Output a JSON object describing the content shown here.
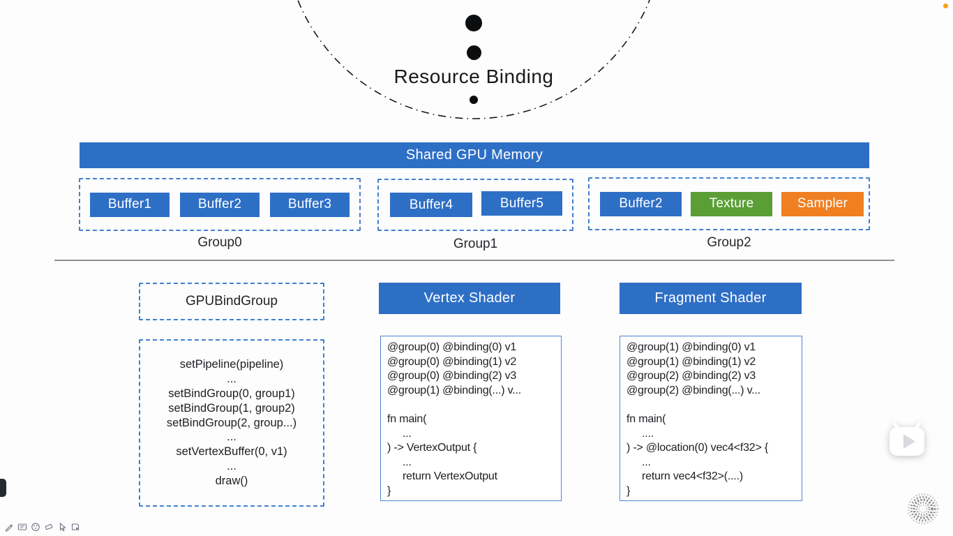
{
  "scene": {
    "title": "Resource Binding",
    "banner": "Shared GPU Memory"
  },
  "groups": [
    {
      "label": "Group0",
      "items": [
        {
          "label": "Buffer1",
          "color": "blue"
        },
        {
          "label": "Buffer2",
          "color": "blue"
        },
        {
          "label": "Buffer3",
          "color": "blue"
        }
      ]
    },
    {
      "label": "Group1",
      "items": [
        {
          "label": "Buffer4",
          "color": "blue"
        },
        {
          "label": "Buffer5",
          "color": "blue"
        }
      ]
    },
    {
      "label": "Group2",
      "items": [
        {
          "label": "Buffer2",
          "color": "blue"
        },
        {
          "label": "Texture",
          "color": "green"
        },
        {
          "label": "Sampler",
          "color": "orange"
        }
      ]
    }
  ],
  "bind_group": {
    "title": "GPUBindGroup",
    "commands": [
      "setPipeline(pipeline)",
      "...",
      "setBindGroup(0, group1)",
      "setBindGroup(1, group2)",
      "setBindGroup(2, group...)",
      "...",
      "setVertexBuffer(0, v1)",
      "...",
      "draw()"
    ]
  },
  "vertex_shader": {
    "title": "Vertex Shader",
    "code": [
      "@group(0) @binding(0) v1",
      "@group(0) @binding(1) v2",
      "@group(0) @binding(2) v3",
      "@group(1) @binding(...) v...",
      "",
      "fn main(",
      "...",
      ") -> VertexOutput {",
      "...",
      "return VertexOutput",
      "}"
    ]
  },
  "fragment_shader": {
    "title": "Fragment Shader",
    "code": [
      "@group(1) @binding(0) v1",
      "@group(1) @binding(1) v2",
      "@group(2) @binding(2) v3",
      "@group(2) @binding(...) v...",
      "",
      "fn main(",
      "....",
      ") -> @location(0) vec4<f32> {",
      "...",
      "return vec4<f32>(....)",
      "}"
    ]
  },
  "toolbar": {
    "icons": [
      "pencil",
      "board",
      "palette",
      "eraser",
      "cursor",
      "note"
    ]
  },
  "player": {
    "play_button": "tv-play",
    "watermark": "halftone-ring",
    "record_dot_color": "#f5a11d"
  },
  "cursor_glyph": "+",
  "colors": {
    "blue": "#2e6fc6",
    "green": "#5a9e35",
    "orange": "#f07f22",
    "dashblue": "#4080d0",
    "ink": "#1c1e22",
    "divider": "#8a8f94"
  }
}
